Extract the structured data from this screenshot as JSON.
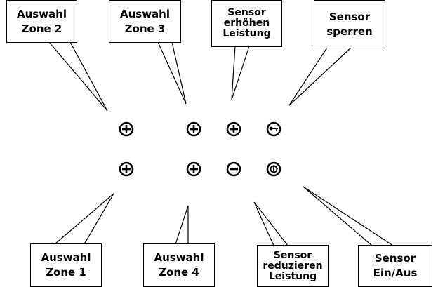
{
  "callouts": {
    "zone2": "Auswahl\nZone 2",
    "zone3": "Auswahl\nZone 3",
    "increase": "Sensor\nerhöhen\nLeistung",
    "lock": "Sensor\nsperren",
    "zone1": "Auswahl\nZone 1",
    "zone4": "Auswahl\nZone 4",
    "decrease": "Sensor\nreduzieren\nLeistung",
    "onoff": "Sensor\nEin/Aus"
  },
  "buttons": {
    "top": [
      "zone-2-select",
      "zone-3-select",
      "increase",
      "lock"
    ],
    "bottom": [
      "zone-1-select",
      "zone-4-select",
      "decrease",
      "power"
    ]
  },
  "icons": {
    "zone-2-select": "plus-with-top-right-dot-icon",
    "zone-3-select": "plus-with-top-right-dot-icon",
    "increase": "plus-circle-icon",
    "lock": "key-icon",
    "zone-1-select": "plus-with-bottom-left-dot-icon",
    "zone-4-select": "plus-with-bottom-right-dot-icon",
    "decrease": "minus-circle-icon",
    "power": "power-icon"
  },
  "colors": {
    "line": "#000000",
    "background": "#ffffff"
  }
}
